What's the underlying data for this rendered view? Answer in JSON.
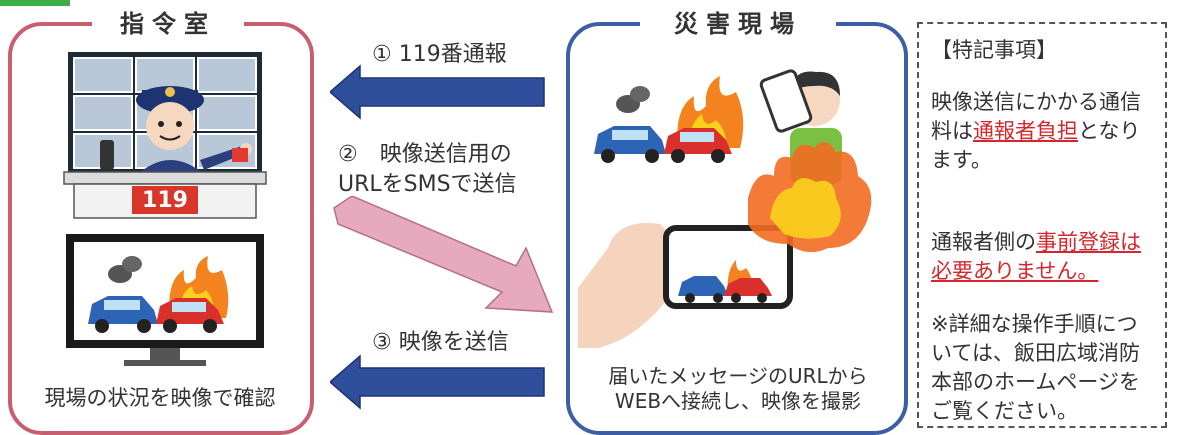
{
  "left_panel": {
    "title": "指令室",
    "caption": "現場の状況を映像で確認",
    "sign_number": "119"
  },
  "right_panel": {
    "title": "災害現場",
    "caption_line1": "届いたメッセージのURLから",
    "caption_line2": "WEBへ接続し、映像を撮影"
  },
  "steps": {
    "step1": "① 119番通報",
    "step2_line1": "②　映像送信用の",
    "step2_line2": "URLをSMSで送信",
    "step3": "③ 映像を送信"
  },
  "notes": {
    "title": "【特記事項】",
    "n1_a": "映像送信にかかる通信",
    "n1_b": "料は",
    "n1_red": "通報者負担",
    "n1_c": "となり",
    "n1_d": "ます。",
    "n2_a": "通報者側の",
    "n2_red1": "事前登録は",
    "n2_red2": "必要ありません。",
    "n3_a": "※詳細な操作手順につ",
    "n3_b": "いては、飯田広域消防",
    "n3_c": "本部のホームページを",
    "n3_d": "ご覧ください。"
  },
  "colors": {
    "left_border": "#c75f70",
    "right_border": "#3b5ea6",
    "blue_arrow": "#2f4e9c",
    "pink_arrow": "#e6a9bd",
    "red_text": "#d4272d"
  }
}
